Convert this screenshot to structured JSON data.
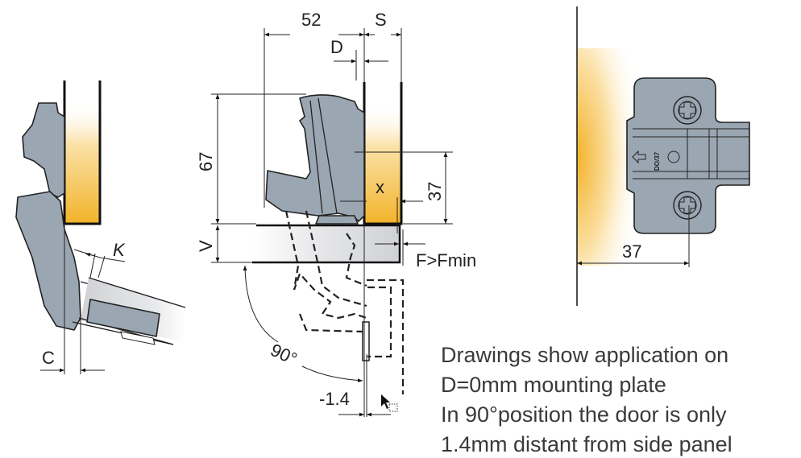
{
  "left_view": {
    "labels": {
      "k": "K",
      "c": "C"
    }
  },
  "middle_view": {
    "labels": {
      "d52": "52",
      "s": "S",
      "d": "D",
      "d67": "67",
      "d37": "37",
      "x": "x",
      "v": "V",
      "f": "F>Fmin",
      "angle": "90°",
      "offset": "-1.4"
    }
  },
  "right_view": {
    "labels": {
      "d37": "37",
      "plate_mark": "DO/37"
    }
  },
  "notes": [
    "Drawings show application on",
    "D=0mm mounting plate",
    "In 90°position the door is only",
    "1.4mm distant from side panel"
  ],
  "colors": {
    "hinge": "#9aa6b2",
    "wood": "#f2b32a",
    "door": "#d4d6da"
  }
}
